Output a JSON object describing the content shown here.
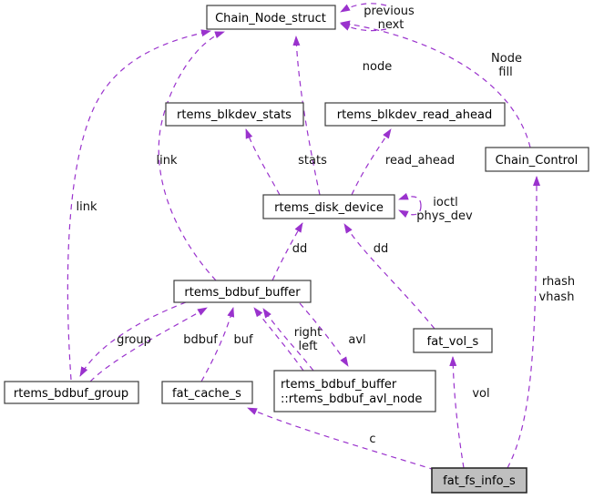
{
  "diagram": {
    "type": "doxygen-collaboration-graph",
    "colors": {
      "edge": "#9a32cd",
      "node_fill": "#ffffff",
      "node_border": "#3c3c3c",
      "highlight_node_fill": "#bfbfbf",
      "background": "#ffffff",
      "text": "#000000"
    },
    "nodes": {
      "chain_node_struct": "Chain_Node_struct",
      "rtems_blkdev_stats": "rtems_blkdev_stats",
      "rtems_blkdev_read_ahead": "rtems_blkdev_read_ahead",
      "chain_control": "Chain_Control",
      "rtems_disk_device": "rtems_disk_device",
      "rtems_bdbuf_buffer": "rtems_bdbuf_buffer",
      "fat_vol_s": "fat_vol_s",
      "rtems_bdbuf_group": "rtems_bdbuf_group",
      "fat_cache_s": "fat_cache_s",
      "avl_node_line1": "rtems_bdbuf_buffer",
      "avl_node_line2": "::rtems_bdbuf_avl_node",
      "fat_fs_info_s": "fat_fs_info_s"
    },
    "edge_labels": {
      "previous": "previous",
      "next": "next",
      "node": "node",
      "node_fill_line1": "Node",
      "node_fill_line2": "fill",
      "link_group": "link",
      "link_buffer": "link",
      "stats": "stats",
      "read_ahead": "read_ahead",
      "ioctl": "ioctl",
      "phys_dev": "phys_dev",
      "dd_buffer": "dd",
      "dd_vol": "dd",
      "group": "group",
      "bdbuf": "bdbuf",
      "buf": "buf",
      "right": "right",
      "left": "left",
      "avl": "avl",
      "vol": "vol",
      "c": "c",
      "rhash": "rhash",
      "vhash": "vhash"
    }
  }
}
